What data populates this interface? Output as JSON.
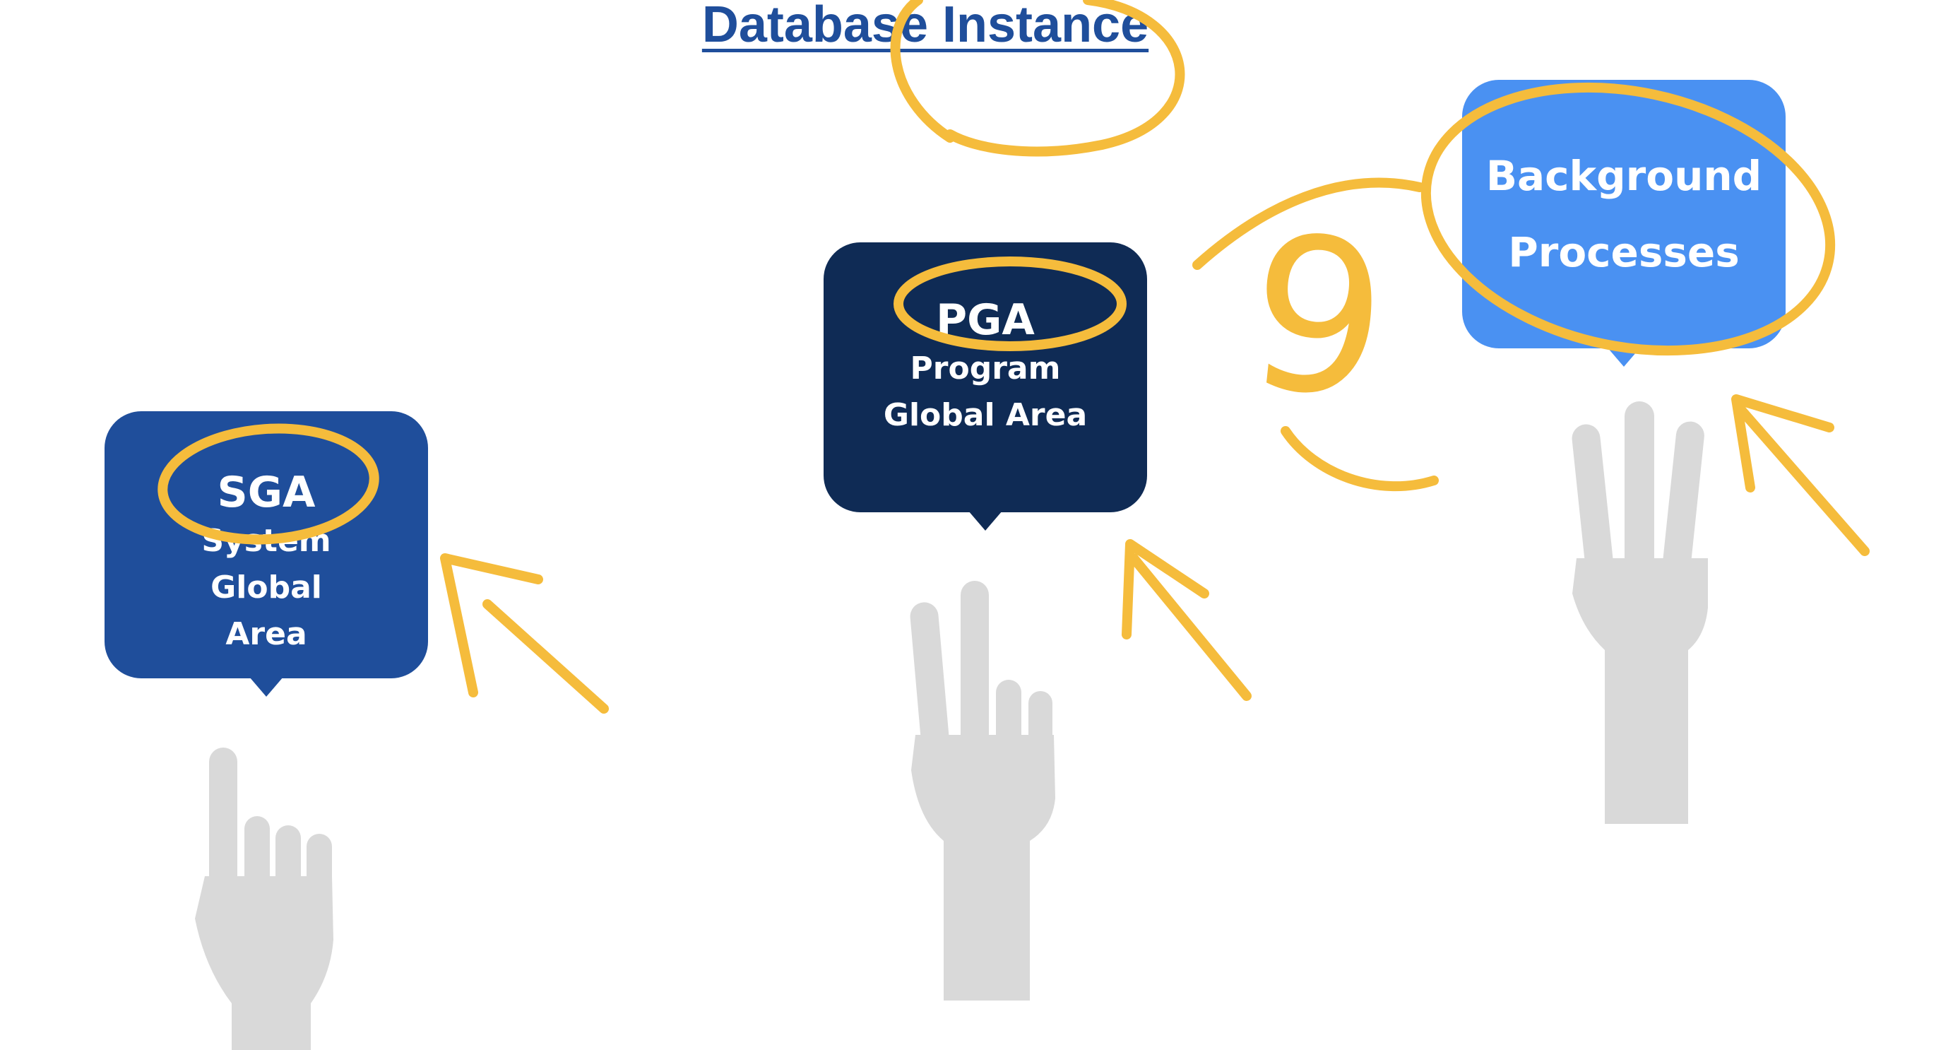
{
  "title": "Database Instance",
  "bubbles": {
    "sga": {
      "abbr": "SGA",
      "lines": [
        "System",
        "Global",
        "Area"
      ]
    },
    "pga": {
      "abbr": "PGA",
      "lines": [
        "Program",
        "Global Area"
      ]
    },
    "bg": {
      "lines": [
        "Background",
        "Processes"
      ]
    }
  },
  "annotation": {
    "number": "9"
  },
  "colors": {
    "title": "#1f4e9b",
    "sga": "#1f4e9b",
    "pga": "#0f2b55",
    "background_processes": "#4a91f2",
    "ink": "#f5bc3c",
    "hand": "#d9d9d9"
  },
  "icons": [
    "one-finger-hand-icon",
    "two-finger-hand-icon",
    "three-finger-hand-icon",
    "arrow-icon"
  ]
}
